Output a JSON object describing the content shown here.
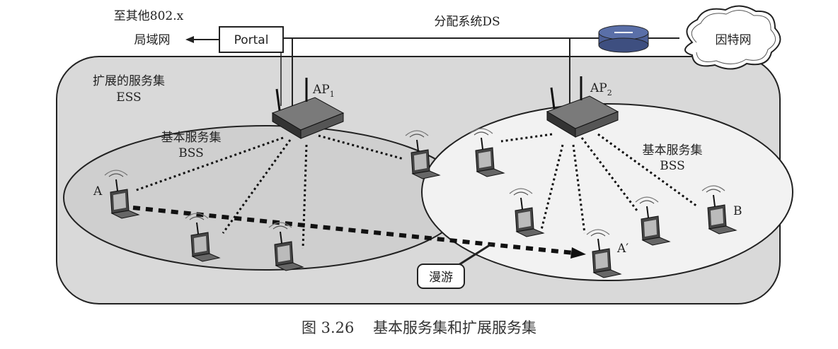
{
  "labels": {
    "to_other_lan_line1": "至其他802.x",
    "to_other_lan_line2": "局域网",
    "portal": "Portal",
    "ds": "分配系统DS",
    "internet": "因特网",
    "ess_line1": "扩展的服务集",
    "ess_line2": "ESS",
    "ap1": "AP",
    "ap1_sub": "1",
    "ap2": "AP",
    "ap2_sub": "2",
    "bss1_line1": "基本服务集",
    "bss1_line2": "BSS",
    "bss2_line1": "基本服务集",
    "bss2_line2": "BSS",
    "station_a": "A",
    "station_a_prime": "A′",
    "station_b": "B",
    "roaming": "漫游"
  },
  "caption": {
    "number": "图 3.26",
    "title": "基本服务集和扩展服务集"
  },
  "colors": {
    "ess_fill": "#d9d9d9",
    "bss1_fill": "#cfcfcf",
    "bss2_fill": "#f2f2f2",
    "router": "#5a6fa8",
    "line": "#222222"
  }
}
